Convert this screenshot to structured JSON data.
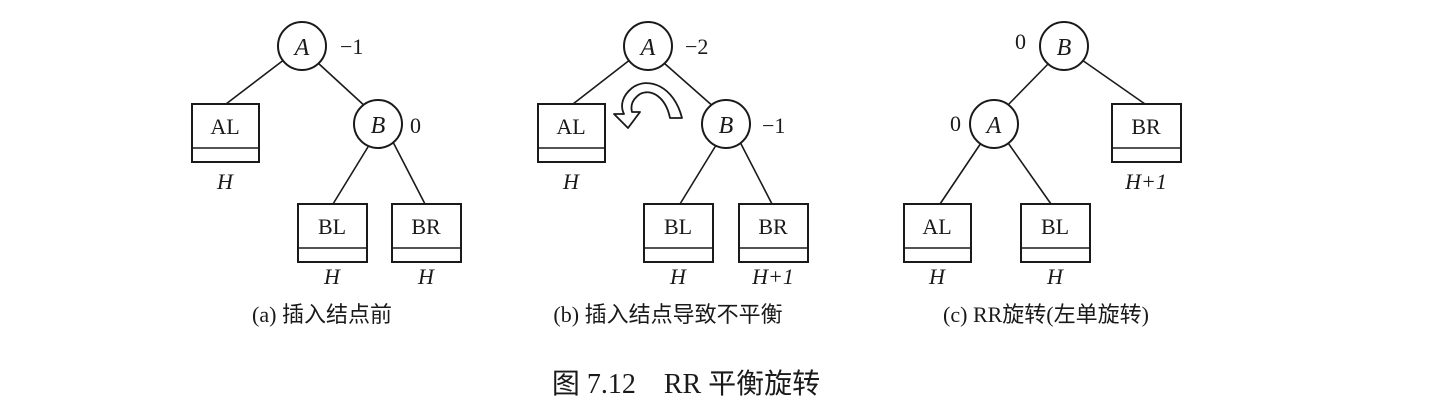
{
  "diagrams": {
    "a": {
      "caption": "(a) 插入结点前",
      "node_A": {
        "label": "A",
        "bf": "−1"
      },
      "node_B": {
        "label": "B",
        "bf": "0"
      },
      "AL": {
        "label": "AL",
        "height": "H"
      },
      "BL": {
        "label": "BL",
        "height": "H"
      },
      "BR": {
        "label": "BR",
        "height": "H"
      }
    },
    "b": {
      "caption": "(b) 插入结点导致不平衡",
      "node_A": {
        "label": "A",
        "bf": "−2"
      },
      "node_B": {
        "label": "B",
        "bf": "−1"
      },
      "AL": {
        "label": "AL",
        "height": "H"
      },
      "BL": {
        "label": "BL",
        "height": "H"
      },
      "BR": {
        "label": "BR",
        "height": "H+1"
      }
    },
    "c": {
      "caption": "(c) RR旋转(左单旋转)",
      "node_B": {
        "label": "B",
        "bf": "0"
      },
      "node_A": {
        "label": "A",
        "bf": "0"
      },
      "AL": {
        "label": "AL",
        "height": "H"
      },
      "BL": {
        "label": "BL",
        "height": "H"
      },
      "BR": {
        "label": "BR",
        "height": "H+1"
      }
    }
  },
  "figure_caption": "图 7.12    RR 平衡旋转",
  "colors": {
    "ink": "#1a1a1a",
    "background": "#ffffff"
  }
}
